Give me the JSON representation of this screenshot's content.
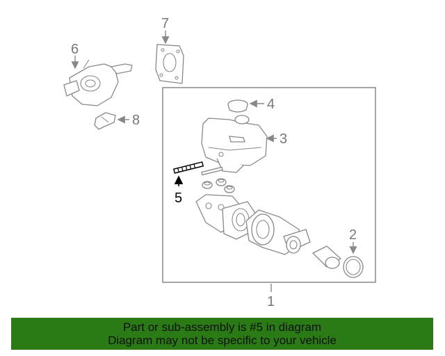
{
  "callouts": {
    "c1": "1",
    "c2": "2",
    "c3": "3",
    "c4": "4",
    "c5": "5",
    "c6": "6",
    "c7": "7",
    "c8": "8"
  },
  "highlight_color": "#000000",
  "callout_color": "#777777",
  "banner": {
    "color": "#2a7a16",
    "line1": "Part or sub-assembly is #5 in diagram",
    "line2": "Diagram may not be specific to your vehicle"
  }
}
